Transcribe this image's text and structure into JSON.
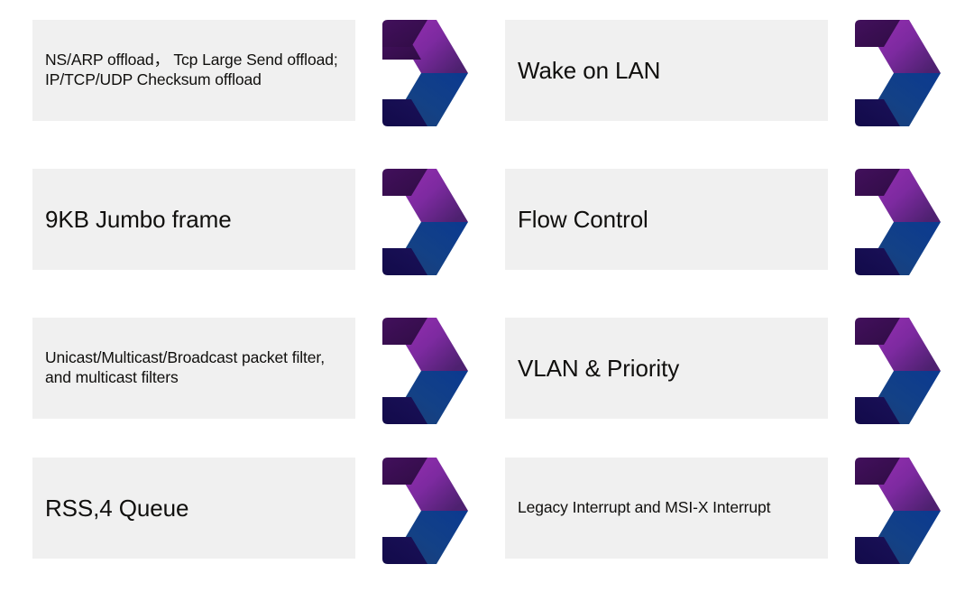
{
  "diagram": {
    "title": "Network controller feature list",
    "type": "chevron-process-smartart",
    "layout": {
      "columns": 2,
      "rows": 4
    },
    "colors": {
      "bar_background": "#f0f0f0",
      "text": "#100f0d",
      "page_background": "#ffffff",
      "arrow_purple_light": "#9b30b5",
      "arrow_purple_dark": "#5b2a80",
      "arrow_purple_shadow": "#3d0f57",
      "arrow_blue_light": "#0f3d8c",
      "arrow_blue_dark": "#1b3a6b",
      "arrow_blue_shadow": "#140d52"
    },
    "items": [
      {
        "id": "offload",
        "label": "NS/ARP offload， Tcp Large Send offload; IP/TCP/UDP Checksum offload",
        "lines": 3,
        "column": "left",
        "row": 1
      },
      {
        "id": "wake-on-lan",
        "label": "Wake on LAN",
        "lines": 1,
        "column": "right",
        "row": 1
      },
      {
        "id": "jumbo-frame",
        "label": "9KB Jumbo frame",
        "lines": 1,
        "column": "left",
        "row": 2
      },
      {
        "id": "flow-control",
        "label": "Flow Control",
        "lines": 1,
        "column": "right",
        "row": 2
      },
      {
        "id": "packet-filter",
        "label": "Unicast/Multicast/Broadcast packet filter, and multicast filters",
        "lines": 3,
        "column": "left",
        "row": 3
      },
      {
        "id": "vlan-priority",
        "label": "VLAN & Priority",
        "lines": 1,
        "column": "right",
        "row": 3
      },
      {
        "id": "rss-queue",
        "label": "RSS,4 Queue",
        "lines": 1,
        "column": "left",
        "row": 4
      },
      {
        "id": "interrupt",
        "label": "Legacy Interrupt and MSI-X Interrupt",
        "lines": 2,
        "column": "right",
        "row": 4
      }
    ],
    "icon_name": "chevron-arrow-right-icon"
  }
}
